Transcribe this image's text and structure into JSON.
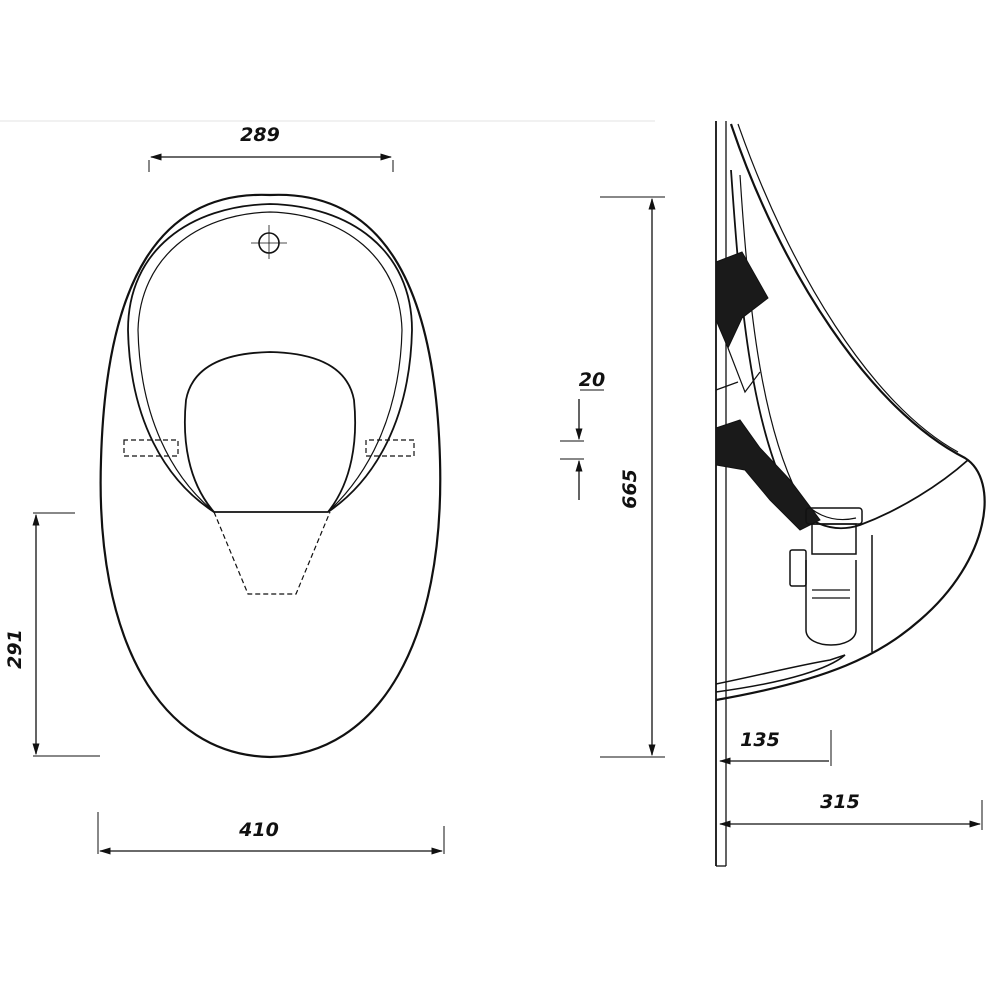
{
  "dimensions": {
    "top_width": "289",
    "gap": "20",
    "total_height": "665",
    "lower_height": "291",
    "bottom_width": "410",
    "side_depth_small": "135",
    "side_depth_total": "315"
  },
  "colors": {
    "line": "#111111",
    "fill_dark": "#1a1a1a",
    "background": "#ffffff"
  }
}
